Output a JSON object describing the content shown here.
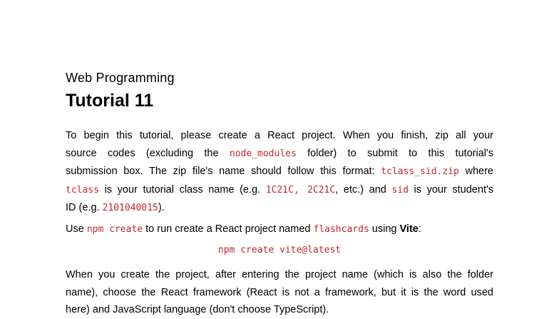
{
  "header": {
    "course": "Web Programming",
    "title": "Tutorial 11"
  },
  "colors": {
    "code": "#c0282d",
    "text": "#000000",
    "background": "#ffffff"
  },
  "paragraph1": {
    "t1": "To begin this tutorial, please create a React project.  When you finish, zip all your",
    "t2": "source codes (excluding the ",
    "c1": "node_modules",
    "t3": " folder) to submit to this tutorial's",
    "t4": "submission box. The zip file's name should follow this format: ",
    "c2": "tclass_sid.zip",
    "t5": " where",
    "c3": "tclass",
    "t6": " is your tutorial class name (e.g. ",
    "c4": "1C21C, 2C21C",
    "t7": ", etc.) and ",
    "c5": "sid",
    "t8": " is your student's",
    "t9": "ID (e.g. ",
    "c6": "2101040015",
    "t10": ")."
  },
  "paragraph2": {
    "t1": "Use ",
    "c1": "npm create",
    "t2": " to run create a React project named ",
    "c2": "flashcards",
    "t3": " using ",
    "b1": "Vite",
    "t4": ":"
  },
  "command": "npm create vite@latest",
  "paragraph3": {
    "l1": "When you create the project, after entering the project name (which is also the folder",
    "l2": "name), choose the React framework (React is not a framework, but it is the word used",
    "l3": "here) and JavaScript language (don't choose TypeScript)."
  }
}
